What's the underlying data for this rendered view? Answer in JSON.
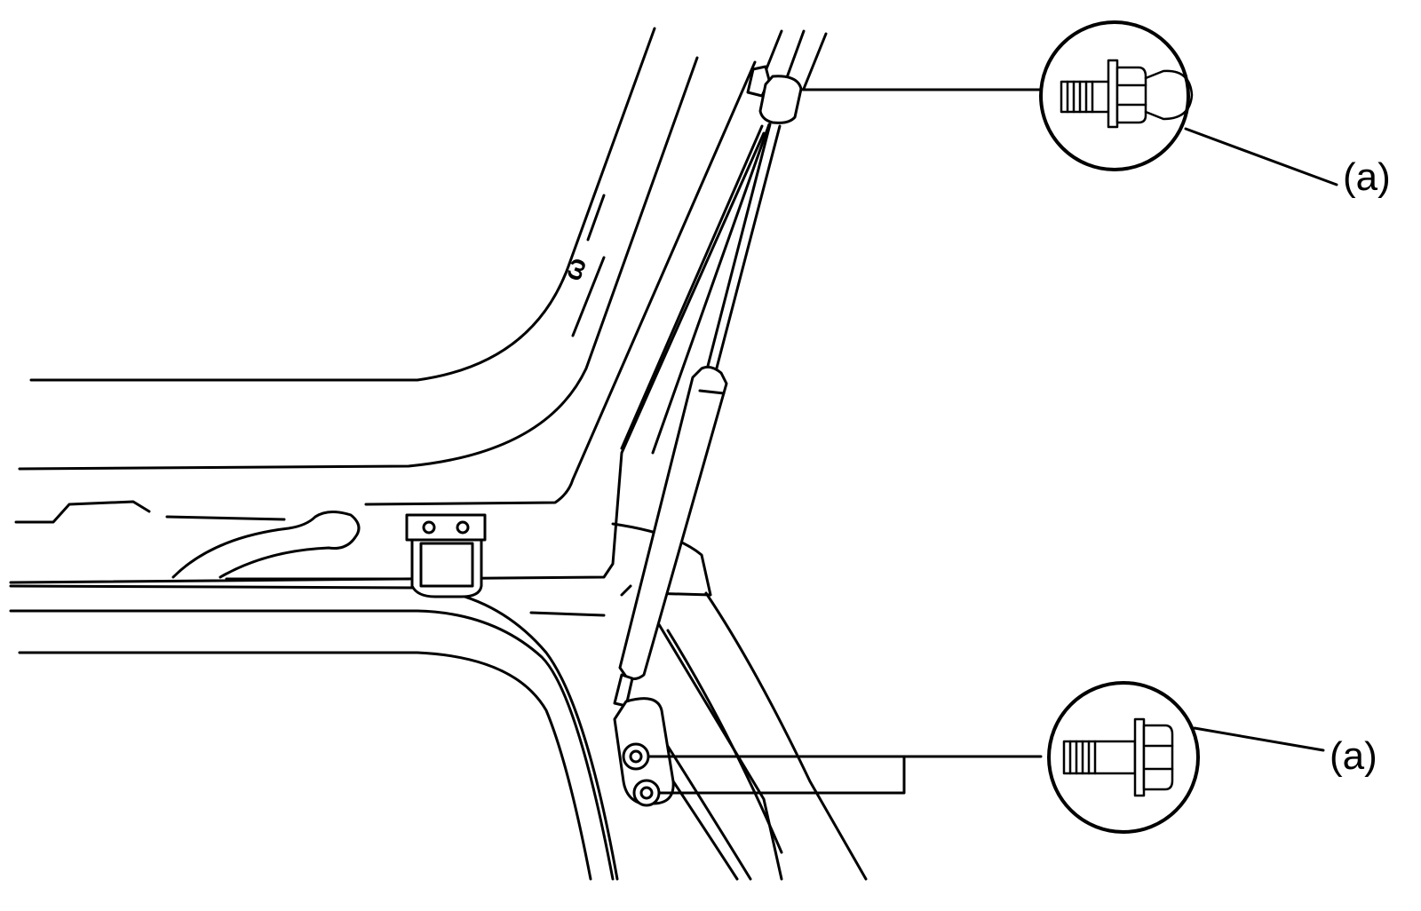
{
  "callouts": {
    "upper_label": "(a)",
    "lower_label": "(a)"
  },
  "body_mark": "ω",
  "icons": {
    "upper_detail": "ball-stud-bolt-icon",
    "lower_detail": "flange-bolt-icon"
  }
}
